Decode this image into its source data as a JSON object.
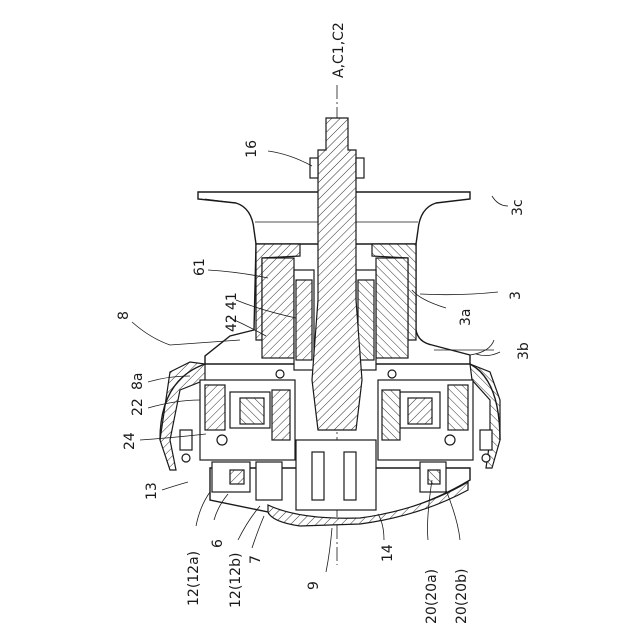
{
  "labels": {
    "axis": "A,C1,C2",
    "p16": "16",
    "p3c": "3c",
    "p61": "61",
    "p3": "3",
    "p41": "41",
    "p42": "42",
    "p3a": "3a",
    "p8": "8",
    "p3b": "3b",
    "p8a": "8a",
    "p22": "22",
    "p24": "24",
    "p13": "13",
    "p6": "6",
    "p12a": "12(12a)",
    "p12b": "12(12b)",
    "p7": "7",
    "p9": "9",
    "p14": "14",
    "p20a": "20(20a)",
    "p20b": "20(20b)"
  }
}
